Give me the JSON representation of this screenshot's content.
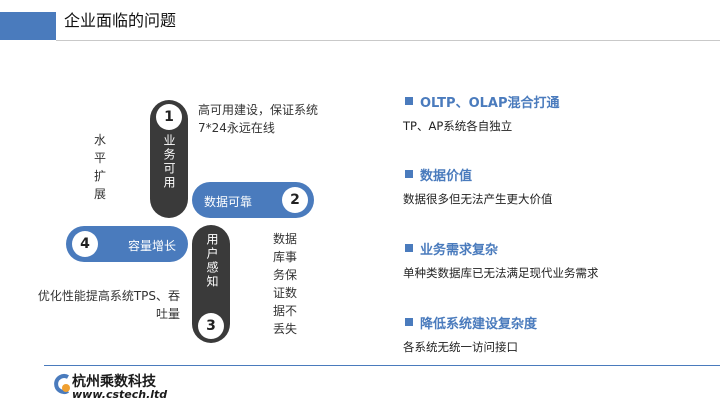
{
  "header": {
    "title": "企业面临的问题"
  },
  "diagram": {
    "p1": {
      "number": "1",
      "label": "业务可用",
      "note_lines": [
        "高可用建设，保证系统",
        "7*24永远在线"
      ]
    },
    "p2": {
      "number": "2",
      "label": "数据可靠",
      "note_lines": [
        "数据",
        "库事",
        "务保",
        "证数",
        "据不",
        "丢失"
      ]
    },
    "p3": {
      "number": "3",
      "label": "用户感知",
      "note_lines": [
        "优化性能提高系统TPS、吞",
        "吐量"
      ]
    },
    "p4": {
      "number": "4",
      "label": "容量增长",
      "note": "水平扩展"
    }
  },
  "issues": [
    {
      "title": "OLTP、OLAP混合打通",
      "desc": "TP、AP系统各自独立"
    },
    {
      "title": "数据价值",
      "desc": "数据很多但无法产生更大价值"
    },
    {
      "title": "业务需求复杂",
      "desc": "单种类数据库已无法满足现代业务需求"
    },
    {
      "title": "降低系统建设复杂度",
      "desc": "各系统无统一访问接口"
    }
  ],
  "footer": {
    "company": "杭州乘数科技",
    "url": "www.cstech.ltd"
  },
  "colors": {
    "accent": "#4a7bbd",
    "dark": "#3a3a3a"
  }
}
